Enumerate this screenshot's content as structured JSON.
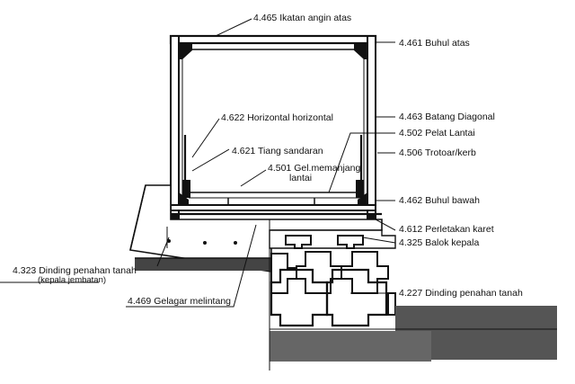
{
  "labels": {
    "ikatan_angin_atas": "4.465 Ikatan angin atas",
    "buhul_atas": "4.461 Buhul atas",
    "horizontal": "4.622 Horizontal horizontal",
    "batang_diagonal": "4.463 Batang Diagonal",
    "pelat_lantai": "4.502 Pelat Lantai",
    "tiang_sandaran": "4.621 Tiang sandaran",
    "trotoar": "4.506 Trotoar/kerb",
    "gel_memanjang_1": "4.501 Gel.memanjang",
    "gel_memanjang_2": "lantai",
    "buhul_bawah": "4.462 Buhul bawah",
    "perletakan_karet": "4.612 Perletakan karet",
    "balok_kepala": "4.325 Balok kepala",
    "dinding_penahan_tanah_1": "4.323 Dinding penahan tanah",
    "dinding_penahan_tanah_2": "(kepala jembatan)",
    "gelagar_melintang": "4.469 Gelagar melintang",
    "dinding_penahan_tanah": "4.227 Dinding penahan tanah"
  }
}
